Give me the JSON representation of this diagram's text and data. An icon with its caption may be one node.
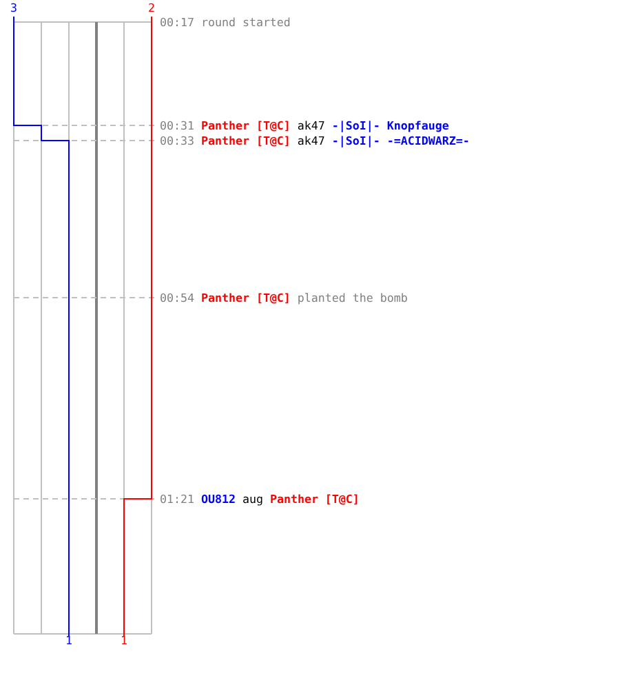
{
  "diagram": {
    "labels": [
      "3",
      "2",
      "00:17",
      "round started",
      "00:31",
      "Panther [T@C]",
      "ak47",
      "-|SoI|- Knopfauge",
      "00:33",
      "Panther [T@C]",
      "ak47",
      "-|SoI|- -=ACIDWARZ=-",
      "00:54",
      "Panther [T@C]",
      "planted the bomb",
      "01:21",
      "OU812",
      "aug",
      "Panther [T@C]",
      "1",
      "1"
    ]
  }
}
